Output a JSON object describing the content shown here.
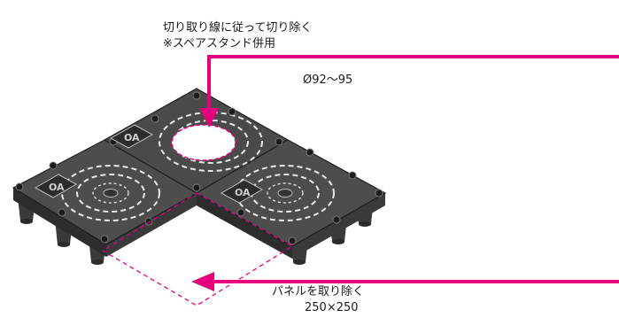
{
  "annotations": {
    "cut_instruction": "切り取り線に従って切り除く",
    "spare_stand_note": "※スペアスタンド併用",
    "diameter_label": "Ø92～95",
    "remove_panel_instruction": "パネルを取り除く",
    "panel_size_label": "250×250"
  },
  "panel_logo_text": "OA",
  "colors": {
    "accent": "#e6007e",
    "panel": "#4a4a4a",
    "panel_dark": "#2d2d2d",
    "text": "#1a1a1a"
  }
}
